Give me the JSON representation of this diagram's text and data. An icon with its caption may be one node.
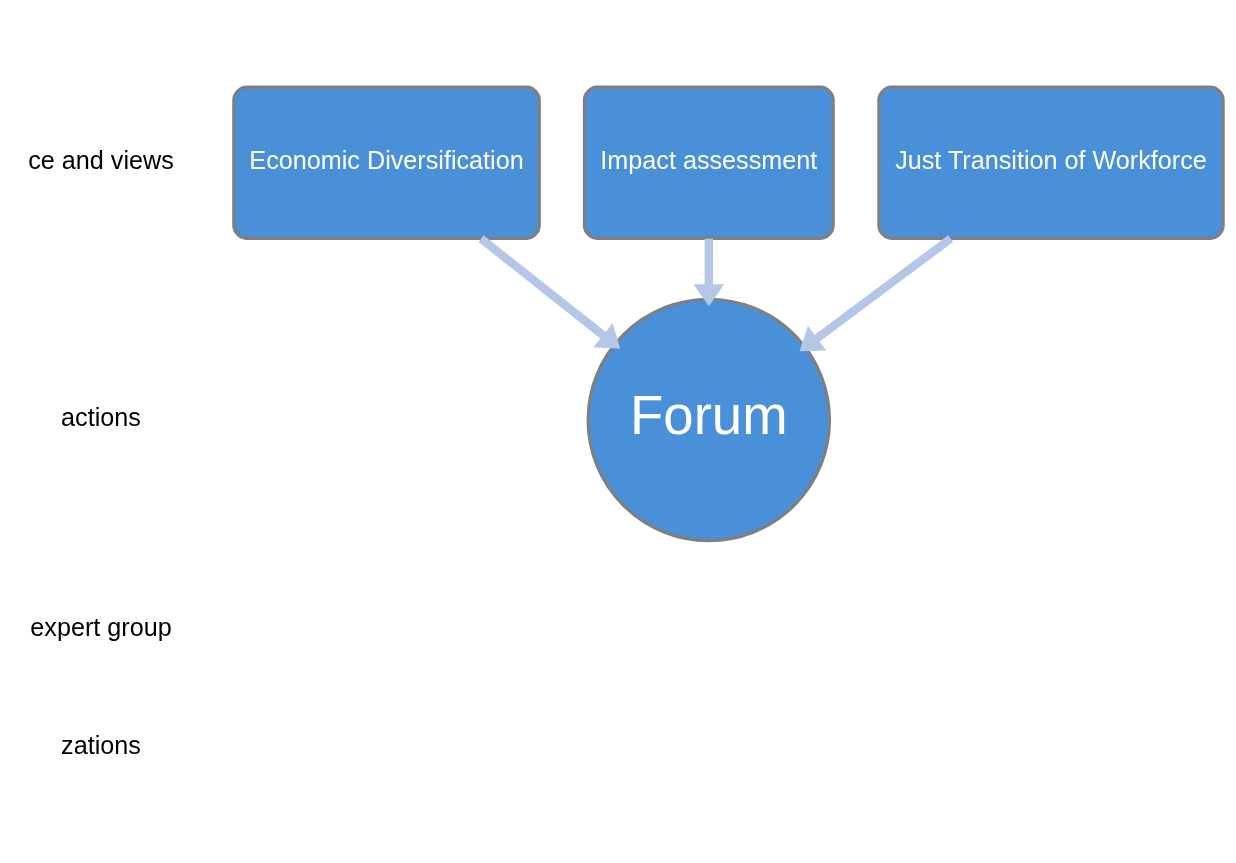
{
  "diagram": {
    "nodes": [
      {
        "text": [
          "Impact assessment"
        ]
      },
      {
        "text": [
          "Economic Diversification"
        ]
      },
      {
        "text": [
          "Just Transition of Workforce"
        ]
      },
      {
        "text": [
          "Forum"
        ]
      }
    ],
    "edges": [
      {
        "from": 1,
        "to": 3,
        "arrow": "to"
      },
      {
        "from": 0,
        "to": 3,
        "arrow": "to"
      },
      {
        "from": 2,
        "to": 3,
        "arrow": "to"
      }
    ],
    "labels": [
      "ce and views",
      "actions",
      "expert group",
      "zations"
    ]
  }
}
